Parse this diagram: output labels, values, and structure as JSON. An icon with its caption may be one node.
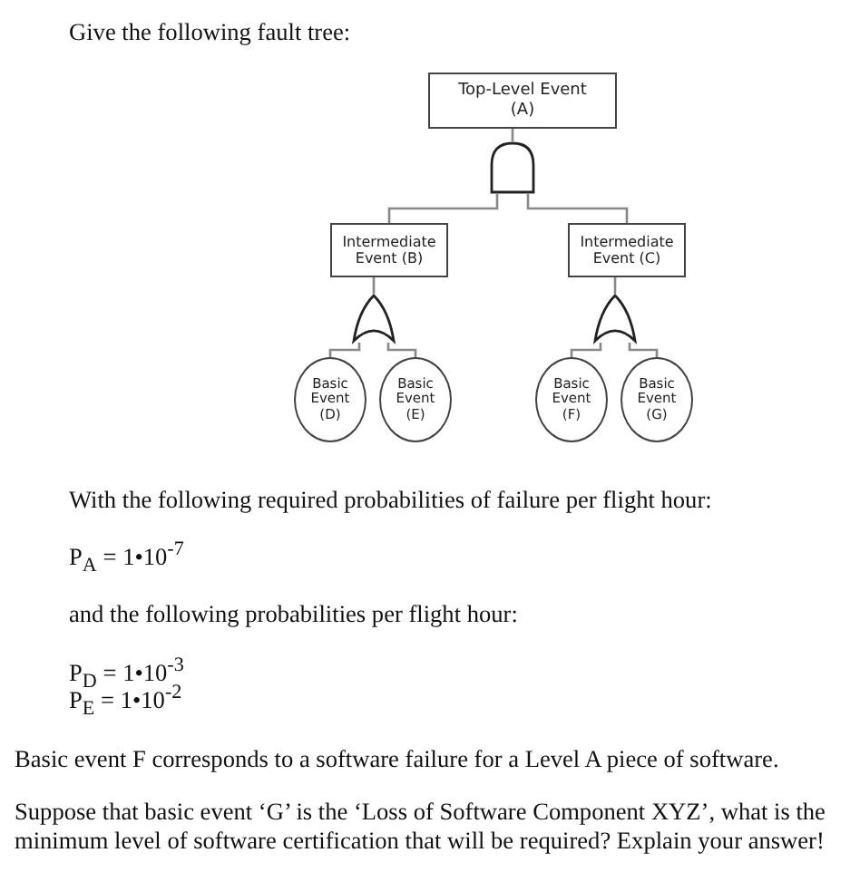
{
  "diagram": {
    "title": "Give the following fault tree:",
    "nodes": [
      {
        "text": [
          "Top-Level Event (A)"
        ]
      },
      {
        "text": [],
        "shape": "and-gate"
      },
      {
        "text": [
          "Intermediate Event (B)"
        ]
      },
      {
        "text": [
          "Intermediate Event (C)"
        ]
      },
      {
        "text": [],
        "shape": "or-gate"
      },
      {
        "text": [],
        "shape": "or-gate"
      },
      {
        "text": [
          "Basic Event (D)"
        ]
      },
      {
        "text": [
          "Basic Event (E)"
        ]
      },
      {
        "text": [
          "Basic Event (F)"
        ]
      },
      {
        "text": [
          "Basic Event (G)"
        ]
      }
    ],
    "edges": [
      {
        "from": 0,
        "to": 1,
        "arrow": "none"
      },
      {
        "from": 1,
        "to": 2,
        "arrow": "none"
      },
      {
        "from": 1,
        "to": 3,
        "arrow": "none"
      },
      {
        "from": 2,
        "to": 4,
        "arrow": "none"
      },
      {
        "from": 3,
        "to": 5,
        "arrow": "none"
      },
      {
        "from": 4,
        "to": 6,
        "arrow": "none"
      },
      {
        "from": 4,
        "to": 7,
        "arrow": "none"
      },
      {
        "from": 5,
        "to": 8,
        "arrow": "none"
      },
      {
        "from": 5,
        "to": 9,
        "arrow": "none"
      }
    ],
    "labels": [
      "With the following required probabilities of failure per flight hour:",
      "P$_{A}$ = 1•10$^{-7}$",
      "and the following probabilities per flight hour:",
      "P$_{D}$ = 1•10$^{-3}$",
      "P$_{E}$ = 1•10$^{-2}$",
      "Basic event F corresponds to a software failure for a Level A piece of software.",
      "Suppose that basic event ‘G’ is the ‘Loss of Software Component XYZ’, what is the minimum level of software certification that will be required? Explain your answer!"
    ]
  }
}
